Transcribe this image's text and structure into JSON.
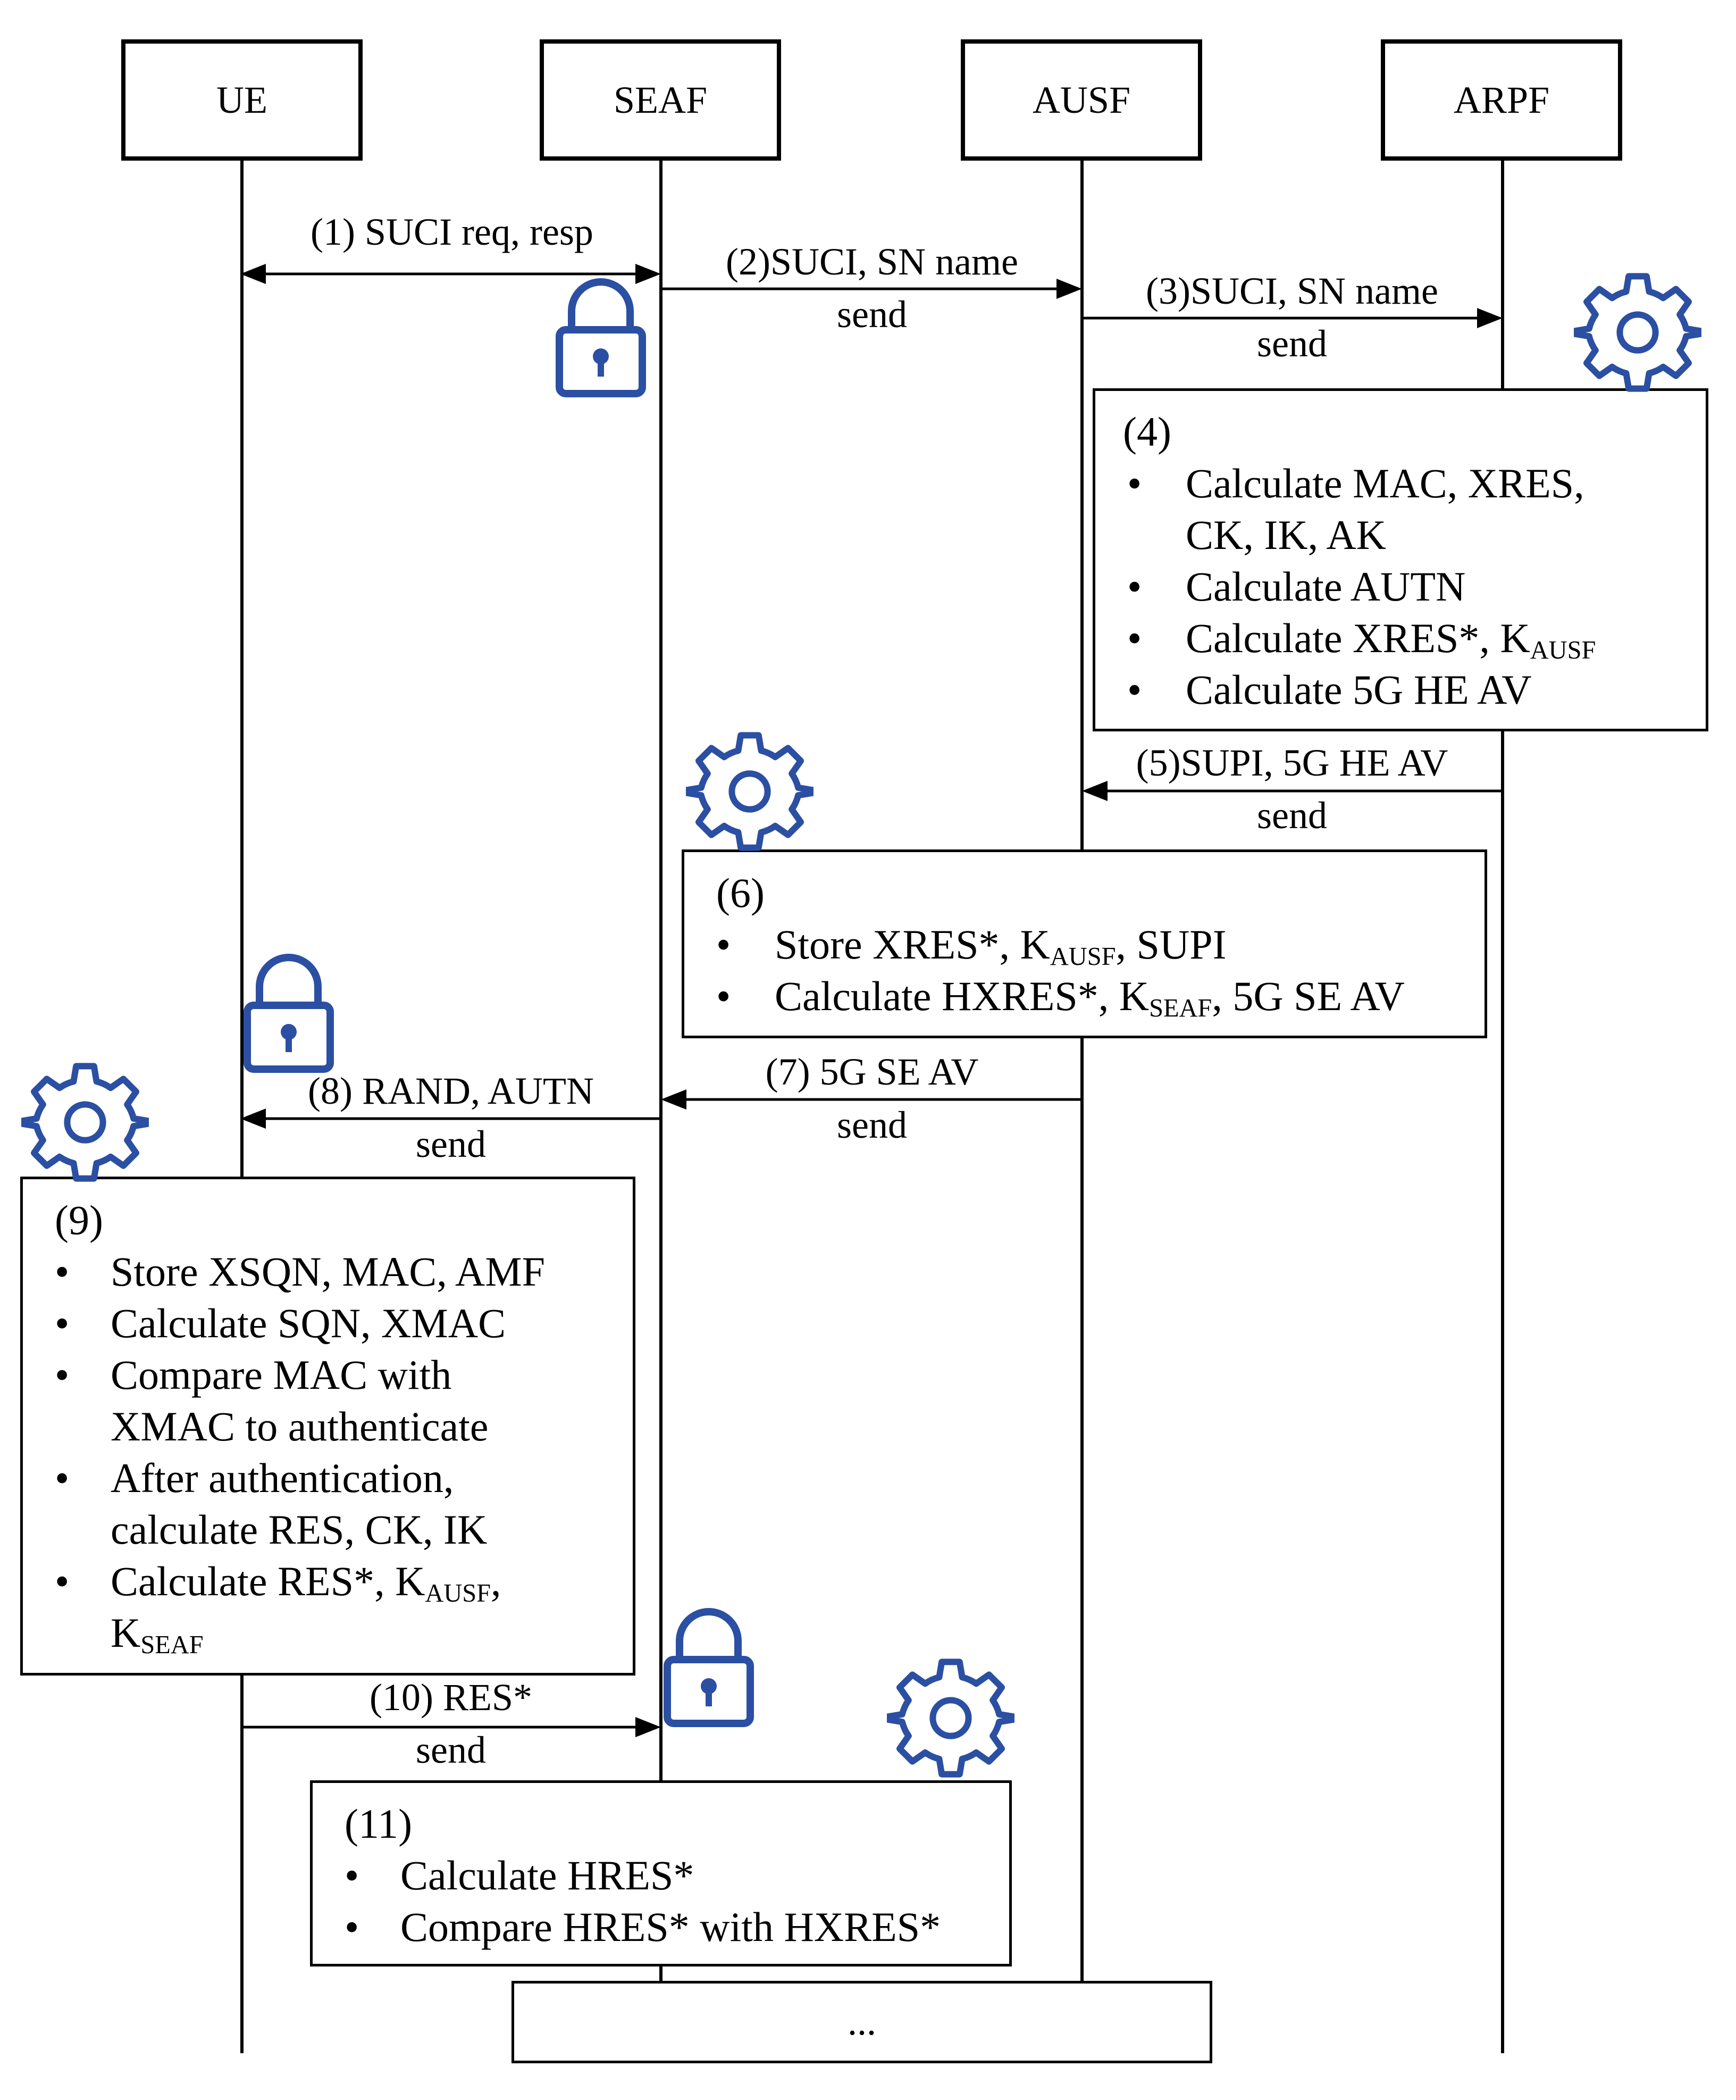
{
  "entities": {
    "ue": "UE",
    "seaf": "SEAF",
    "ausf": "AUSF",
    "arpf": "ARPF"
  },
  "messages": {
    "m1": {
      "label": "(1) SUCI req, resp"
    },
    "m2": {
      "label": "(2)SUCI, SN name",
      "sub": "send"
    },
    "m3": {
      "label": "(3)SUCI, SN name",
      "sub": "send"
    },
    "m5": {
      "label": "(5)SUPI, 5G HE AV",
      "sub": "send"
    },
    "m7": {
      "label": "(7) 5G SE AV",
      "sub": "send"
    },
    "m8": {
      "label": "(8) RAND, AUTN",
      "sub": "send"
    },
    "m10": {
      "label": "(10) RES*",
      "sub": "send"
    }
  },
  "steps": {
    "s4": {
      "number": "(4)",
      "items": [
        {
          "text": "Calculate MAC, XRES,",
          "cont": "CK, IK, AK"
        },
        {
          "text": "Calculate AUTN"
        },
        {
          "pre": "Calculate XRES*, K",
          "sub": "AUSF"
        },
        {
          "text": "Calculate 5G HE AV"
        }
      ]
    },
    "s6": {
      "number": "(6)",
      "items": [
        {
          "pre": "Store XRES*, K",
          "sub": "AUSF",
          "post": ", SUPI"
        },
        {
          "pre": "Calculate HXRES*, K",
          "sub": "SEAF",
          "post": ", 5G SE AV"
        }
      ]
    },
    "s9": {
      "number": "(9)",
      "items": [
        {
          "text": "Store XSQN, MAC, AMF"
        },
        {
          "text": "Calculate SQN, XMAC"
        },
        {
          "text": "Compare MAC with",
          "cont": "XMAC to authenticate"
        },
        {
          "text": "After authentication,",
          "cont": "calculate RES, CK, IK"
        },
        {
          "pre": "Calculate RES*, K",
          "sub": "AUSF",
          "post": ",",
          "cont_pre": "K",
          "cont_sub": "SEAF"
        }
      ]
    },
    "s11": {
      "number": "(11)",
      "items": [
        {
          "text": "Calculate HRES*"
        },
        {
          "text": "Compare HRES* with HXRES*"
        }
      ]
    }
  },
  "ellipsis": "...",
  "icons": [
    "lock-icon",
    "gear-icon"
  ],
  "colors": {
    "icon": "#2B4FA2",
    "line": "#000000"
  }
}
